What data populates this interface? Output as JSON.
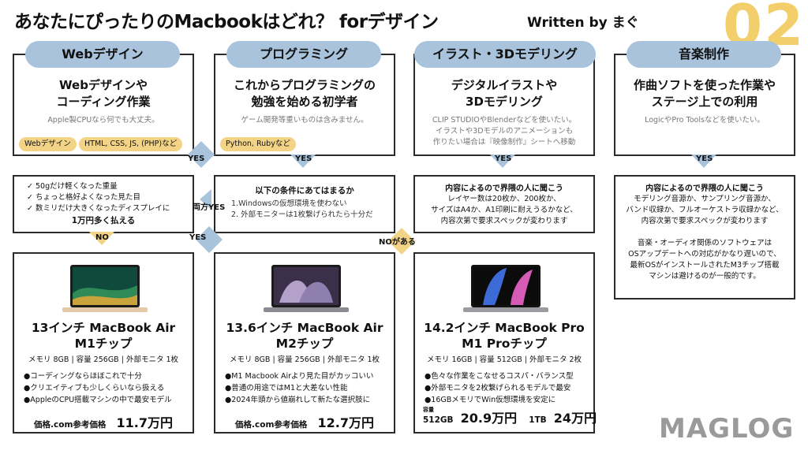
{
  "header": {
    "title": "あなたにぴったりのMacbookはどれ？ forデザイン",
    "byline": "Written by まぐ",
    "page_number": "02"
  },
  "categories": [
    {
      "label": "Webデザイン",
      "heading": [
        "Webデザインや",
        "コーディング作業"
      ],
      "note": [
        "Apple製CPUなら何でも大丈夫。"
      ],
      "chips": [
        "Webデザイン",
        "HTML, CSS, JS, (PHP)など"
      ]
    },
    {
      "label": "プログラミング",
      "heading": [
        "これからプログラミングの",
        "勉強を始める初学者"
      ],
      "note": [
        "ゲーム開発等重いものは含みません。"
      ],
      "chips": [
        "Python, Rubyなど"
      ]
    },
    {
      "label": "イラスト・3Dモデリング",
      "heading": [
        "デジタルイラストや",
        "3Dモデリング"
      ],
      "note": [
        "CLIP STUDIOやBlenderなどを使いたい。",
        "イラストや3Dモデルのアニメーションも",
        "作りたい場合は『映像制作』シートへ移動"
      ],
      "chips": []
    },
    {
      "label": "音楽制作",
      "heading": [
        "作曲ソフトを使った作業や",
        "ステージ上での利用"
      ],
      "note": [
        "LogicやPro Toolsなどを使いたい。"
      ],
      "chips": []
    }
  ],
  "flow": {
    "yes": "YES",
    "no": "NO",
    "both_yes": "両方YES",
    "no_exists": "NOがある"
  },
  "checklist": {
    "items": [
      "✓ 50gだけ軽くなった重量",
      "✓ ちょっと格好よくなった見た目",
      "✓ 数ミリだけ大きくなったディスプレイに"
    ],
    "conclusion": "1万円多く払える"
  },
  "conditions": {
    "title": "以下の条件にあてはまるか",
    "items": [
      "1.Windowsの仮想環境を使わない",
      "2. 外部モニターは1枚繋げられたら十分だ"
    ]
  },
  "illust_advice": {
    "title": "内容によるので界隈の人に聞こう",
    "lines": [
      "レイヤー数は20枚か、200枚か、",
      "サイズはA4か、A1印刷に耐えうるかなど、",
      "内容次第で要求スペックが変わります"
    ]
  },
  "music_advice": {
    "title": "内容によるので界隈の人に聞こう",
    "lines": [
      "モデリング音源か、サンプリング音源か、",
      "バンド収録か、フルオーケストラ収録かなど、",
      "内容次第で要求スペックが変わります",
      "",
      "音楽・オーディオ関係のソフトウェアは",
      "OSアップデートへの対応がかなり遅いので、",
      "最新OSがインストールされたM3チップ搭載",
      "マシンは避けるのが一般的です。"
    ]
  },
  "products": [
    {
      "name": [
        "13インチ MacBook Air",
        "M1チップ"
      ],
      "spec": "メモリ 8GB | 容量 256GB | 外部モニタ 1枚",
      "features": [
        "●コーディングならほぼこれで十分",
        "●クリエイティブも少しくらいなら扱える",
        "●AppleのCPU搭載マシンの中で最安モデル"
      ],
      "price_label": "価格.com参考価格",
      "price": "11.7万円"
    },
    {
      "name": [
        "13.6インチ MacBook Air",
        "M2チップ"
      ],
      "spec": "メモリ 8GB | 容量 256GB | 外部モニタ 1枚",
      "features": [
        "●M1 Macbook Airより見た目がカッコいい",
        "●普通の用途ではM1と大差ない性能",
        "●2024年頭から値崩れして新たな選択肢に"
      ],
      "price_label": "価格.com参考価格",
      "price": "12.7万円"
    },
    {
      "name": [
        "14.2インチ MacBook Pro",
        "M1 Proチップ"
      ],
      "spec": "メモリ 16GB | 容量 512GB | 外部モニタ 2枚",
      "features": [
        "●色々な作業をこなせるコスパ・バランス型",
        "●外部モニタを2枚繋げられるモデルで最安",
        "●16GBメモリでWin仮想環境を安定に"
      ],
      "capacity_label": "容量",
      "cap1": "512GB",
      "price1": "20.9万円",
      "cap2": "1TB",
      "price2": "24万円"
    }
  ],
  "brand": "MAGLOG",
  "colors": {
    "accent_blue": "#a8c3db",
    "accent_yellow": "#f3d487",
    "page_number": "#f2cf6a"
  }
}
